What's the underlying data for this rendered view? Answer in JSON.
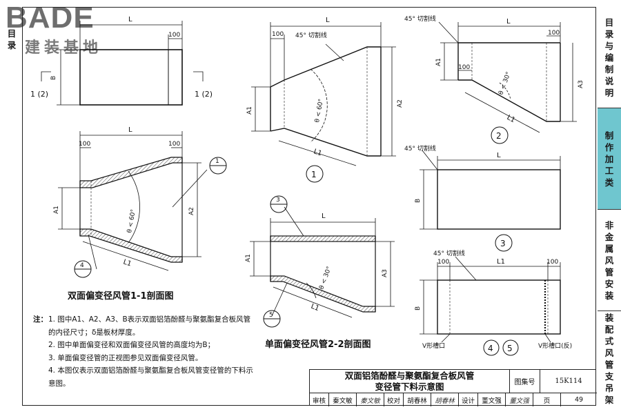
{
  "logo": {
    "main": "BADE",
    "sub": "建装基地"
  },
  "left_edge": {
    "chars": [
      "目",
      "录"
    ]
  },
  "sidebar": {
    "sections": [
      {
        "label": "目录与编制说明",
        "chars": [
          "目",
          "录",
          "与",
          "编",
          "制",
          "说",
          "明"
        ],
        "active": false
      },
      {
        "label": "制作加工类",
        "chars": [
          "制",
          "作",
          "加",
          "工",
          "类"
        ],
        "active": true
      },
      {
        "label": "非金属风管安装",
        "chars": [
          "非",
          "金",
          "属",
          "风",
          "管",
          "安",
          "装"
        ],
        "active": false
      },
      {
        "label": "装配式风管支吊架",
        "chars": [
          "装",
          "配",
          "式",
          "风",
          "管",
          "支",
          "吊",
          "架"
        ],
        "active": false
      }
    ]
  },
  "dims": {
    "L": "L",
    "L1": "L1",
    "A1": "A1",
    "A2": "A2",
    "A3": "A3",
    "B": "B",
    "d100": "100",
    "theta60": "θ < 60°",
    "theta30": "θ < 30°",
    "cut_line": "45° 切割线",
    "cut_line_short": "45° 切割线",
    "section_mark": "1 (2)",
    "v_groove": "V形槽口",
    "v_groove_rev": "V形槽口(反)"
  },
  "callouts": {
    "c1": "1",
    "c2": "2",
    "c3": "3",
    "c4": "4",
    "c5": "5"
  },
  "captions": {
    "double": "双面偏变径风管1-1剖面图",
    "single": "单面偏变径风管2-2剖面图"
  },
  "notes": {
    "lead": "注：",
    "items": [
      {
        "num": "1.",
        "text": "图中A1、A2、A3、B表示双面铝箔酚醛与聚氨酯复合板风管的内径尺寸；δ是板材厚度。"
      },
      {
        "num": "2.",
        "text": "图中单面偏变径和双面偏变径风管的高度均为B；"
      },
      {
        "num": "3.",
        "text": "单面偏变径管的正视图参见双面偏变径风管。"
      },
      {
        "num": "4.",
        "text": "本图仅表示双面铝箔酚醛与聚氨酯复合板风管变径管的下料示意图。"
      }
    ]
  },
  "title_block": {
    "title_line1": "双面铝箔酚醛与聚氨酯复合板风管",
    "title_line2": "变径管下料示意图",
    "atlas_label": "图集号",
    "atlas_no": "15K114",
    "review_label": "审核",
    "reviewer": "秦文敏",
    "reviewer_sig": "秦文敏",
    "check_label": "校对",
    "checker": "胡春林",
    "checker_sig": "胡春林",
    "design_label": "设计",
    "designer": "董文强",
    "designer_sig": "董文强",
    "page_label": "页",
    "page_no": "49"
  }
}
